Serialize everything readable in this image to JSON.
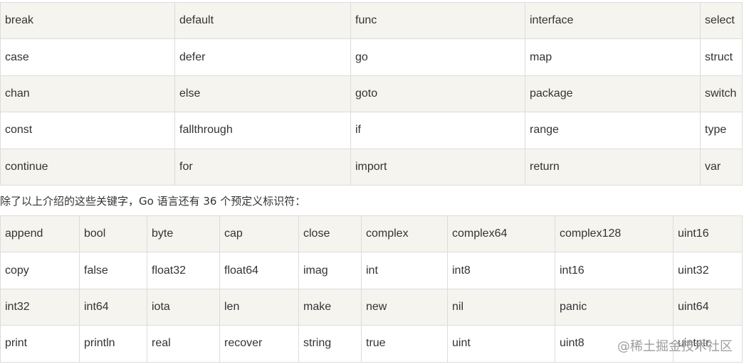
{
  "keywords_table": {
    "rows": [
      [
        "break",
        "default",
        "func",
        "interface",
        "select"
      ],
      [
        "case",
        "defer",
        "go",
        "map",
        "struct"
      ],
      [
        "chan",
        "else",
        "goto",
        "package",
        "switch"
      ],
      [
        "const",
        "fallthrough",
        "if",
        "range",
        "type"
      ],
      [
        "continue",
        "for",
        "import",
        "return",
        "var"
      ]
    ]
  },
  "intro_text": "除了以上介绍的这些关键字，Go 语言还有 36 个预定义标识符：",
  "predeclared_table": {
    "rows": [
      [
        "append",
        "bool",
        "byte",
        "cap",
        "close",
        "complex",
        "complex64",
        "complex128",
        "uint16"
      ],
      [
        "copy",
        "false",
        "float32",
        "float64",
        "imag",
        "int",
        "int8",
        "int16",
        "uint32"
      ],
      [
        "int32",
        "int64",
        "iota",
        "len",
        "make",
        "new",
        "nil",
        "panic",
        "uint64"
      ],
      [
        "print",
        "println",
        "real",
        "recover",
        "string",
        "true",
        "uint",
        "uint8",
        "uintptr"
      ]
    ]
  },
  "watermark": "@稀土掘金技术社区"
}
